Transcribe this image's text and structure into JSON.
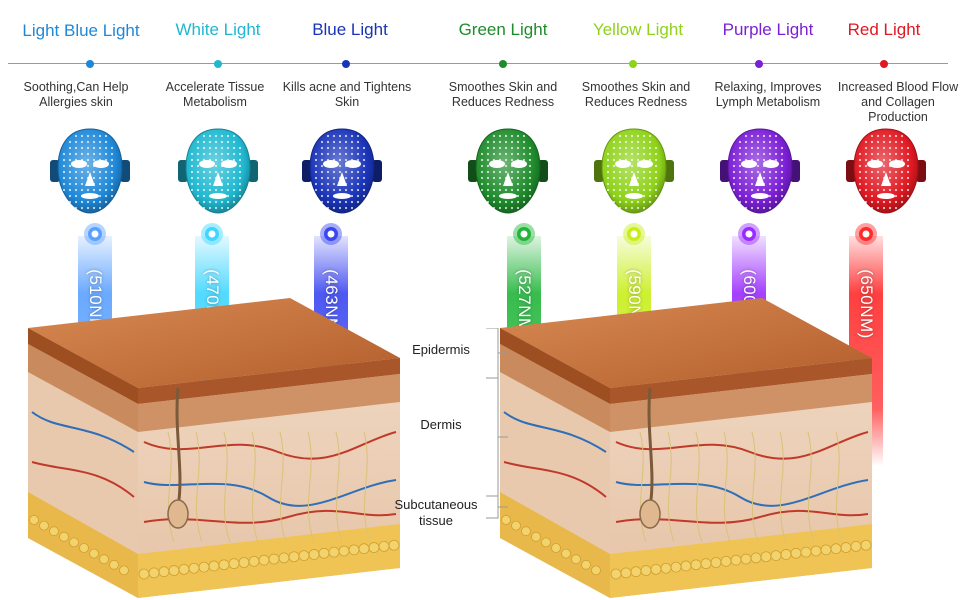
{
  "lights": [
    {
      "title": "Light Blue Light",
      "description": "Soothing,Can Help Allergies skin",
      "wavelength": "(510NM)",
      "color": "#1e88d8",
      "beam": "#5aa0ff"
    },
    {
      "title": "White Light",
      "description": "Accelerate Tissue Metabolism",
      "wavelength": "(470NM)",
      "color": "#1fb8d0",
      "beam": "#3fd6ff"
    },
    {
      "title": "Blue Light",
      "description": "Kills acne and Tightens Skin",
      "wavelength": "(463NM)",
      "color": "#1a34b8",
      "beam": "#3a46f0"
    },
    {
      "title": "Green Light",
      "description": "Smoothes Skin and Reduces Redness",
      "wavelength": "(527NM)",
      "color": "#1f8c2c",
      "beam": "#22b53a"
    },
    {
      "title": "Yellow Light",
      "description": "Smoothes Skin and Reduces Redness",
      "wavelength": "(590NM)",
      "color": "#8fd21a",
      "beam": "#c8ee1a"
    },
    {
      "title": "Purple Light",
      "description": "Relaxing, Improves Lymph Metabolism",
      "wavelength": "(600NM)",
      "color": "#7b1fd6",
      "beam": "#9a2bff"
    },
    {
      "title": "Red Light",
      "description": "Increased Blood Flow and Collagen Production",
      "wavelength": "(650NM)",
      "color": "#e01822",
      "beam": "#ff2a2a"
    }
  ],
  "layers": {
    "epidermis": "Epidermis",
    "dermis": "Dermis",
    "subcutaneous": "Subcutaneous tissue"
  }
}
